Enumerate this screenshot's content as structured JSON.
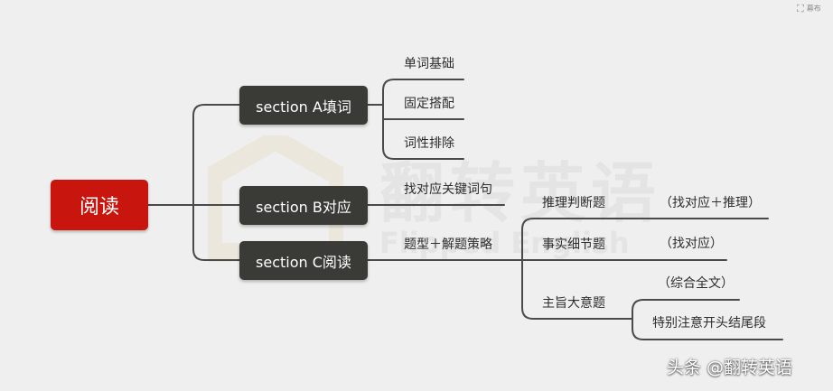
{
  "mindmap": {
    "root": "阅读",
    "sections": [
      {
        "label": "section A填词",
        "items": [
          "单词基础",
          "固定搭配",
          "词性排除"
        ]
      },
      {
        "label": "section B对应",
        "items": [
          "找对应关键词句"
        ]
      },
      {
        "label": "section C阅读",
        "items": [
          "题型＋解题策略"
        ],
        "question_types": [
          {
            "label": "推理判断题",
            "strategy": [
              "（找对应＋推理）"
            ]
          },
          {
            "label": "事实细节题",
            "strategy": [
              "（找对应）"
            ]
          },
          {
            "label": "主旨大意题",
            "strategy": [
              "（综合全文）",
              "特别注意开头结尾段"
            ]
          }
        ]
      }
    ]
  },
  "watermark": {
    "chinese": "翻转英语",
    "english": "Flipped English"
  },
  "credit": "头条 @翻转英语",
  "toolbar": {
    "fullscreen_icon": "fullscreen-icon",
    "label": "幕布"
  },
  "colors": {
    "root": "#c8160e",
    "section": "#3a3a37",
    "line": "#4a4a4a",
    "background": "#efefef"
  }
}
